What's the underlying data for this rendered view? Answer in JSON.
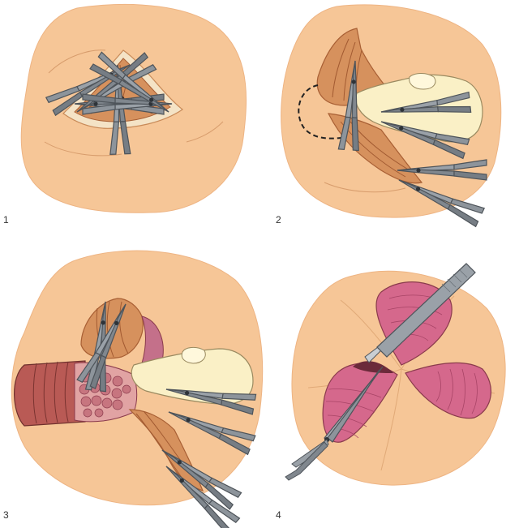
{
  "panels": [
    {
      "number": "1"
    },
    {
      "number": "2"
    },
    {
      "number": "3"
    },
    {
      "number": "4"
    }
  ],
  "colors": {
    "skin": "#f6c697",
    "skin_edge": "#e9ac78",
    "tissue": "#d6915d",
    "tissue_dark": "#b46a3c",
    "tissue_light": "#f2d6b0",
    "finger": "#faf0c6",
    "instrument": "#8d949b",
    "instrument_dark": "#5b6168",
    "muscle_pink": "#d5688c",
    "muscle_dark": "#8a3a4c",
    "rectum_red": "#b95a55"
  },
  "icons": [
    "hemostat-clamp-icon",
    "finger-icon",
    "scalpel-icon",
    "scissors-icon"
  ]
}
